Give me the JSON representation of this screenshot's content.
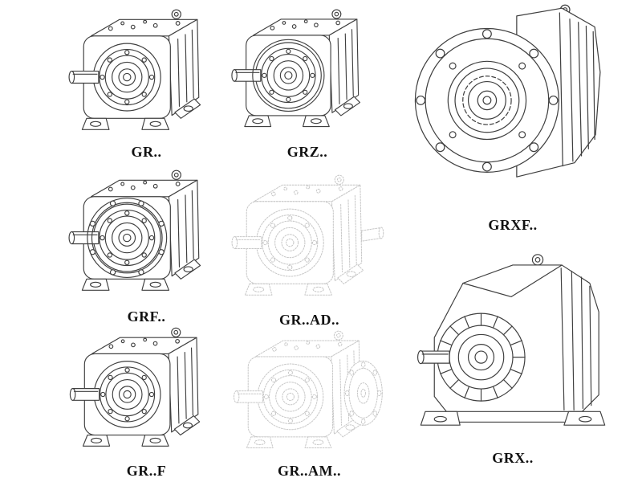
{
  "page": {
    "kind": "gear-reducer-catalog-sheet"
  },
  "colors": {
    "bg": "#ffffff",
    "line_dark": "#3f3f3f",
    "line_light": "#c7c7c7",
    "label_text": "#111111"
  },
  "figures": [
    {
      "id": "gr",
      "label": "GR..",
      "drawing": "helical-gearbox-foot-mounted-icon"
    },
    {
      "id": "grz",
      "label": "GRZ..",
      "drawing": "helical-gearbox-foot-mounted-ring-icon"
    },
    {
      "id": "grxf",
      "label": "GRXF..",
      "drawing": "helical-gearbox-large-flange-front-icon"
    },
    {
      "id": "grf",
      "label": "GRF..",
      "drawing": "helical-gearbox-flange-mounted-icon"
    },
    {
      "id": "grad",
      "label": "GR..AD..",
      "drawing": "helical-gearbox-input-adapter-phantom-icon"
    },
    {
      "id": "grf2",
      "label": "GR..F",
      "drawing": "helical-gearbox-foot-mounted-icon"
    },
    {
      "id": "gram",
      "label": "GR..AM..",
      "drawing": "helical-gearbox-motor-flange-adapter-phantom-icon"
    },
    {
      "id": "grx",
      "label": "GRX..",
      "drawing": "helical-gearbox-heavy-duty-finned-icon"
    }
  ]
}
